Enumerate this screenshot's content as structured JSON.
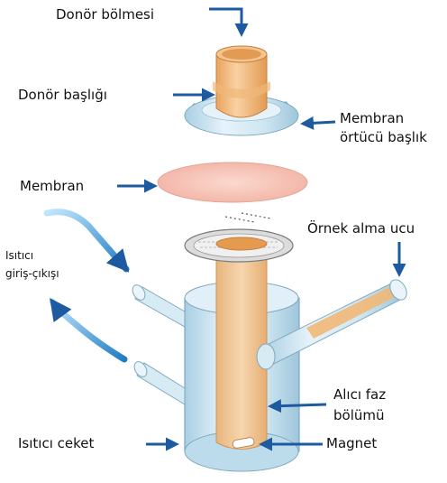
{
  "labels": {
    "donor_compartment": "Donör bölmesi",
    "donor_cap": "Donör başlığı",
    "membrane_cover_line1": "Membran",
    "membrane_cover_line2": "örtücü başlık",
    "membrane": "Membran",
    "sampling_port": "Örnek alma ucu",
    "heater_line1": "Isıtıcı",
    "heater_line2": "giriş-çıkışı",
    "receptor_line1": "Alıcı faz",
    "receptor_line2": "bölümü",
    "heater_jacket": "Isıtıcı ceket",
    "magnet": "Magnet"
  },
  "colors": {
    "arrow": "#1e5aa0",
    "water_flow": "#2a9ad8",
    "glass": "#cfe6f1",
    "glass_edge": "#7fa9bf",
    "receptor_fill": "#f0b878",
    "membrane": "#f6c3b6"
  }
}
